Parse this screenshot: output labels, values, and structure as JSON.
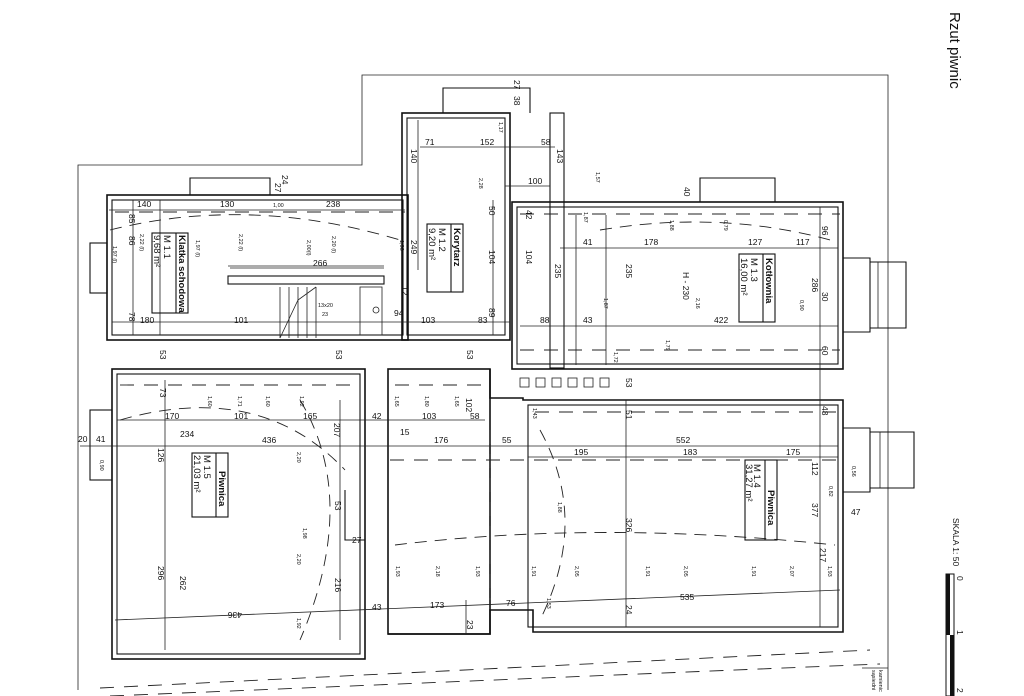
{
  "title": "Rzut piwnic",
  "scale": {
    "label": "SKALA  1: 50",
    "ticks": [
      "0",
      "1",
      "2"
    ]
  },
  "rooms": [
    {
      "name": "Klatka schodowa",
      "code": "M 1.1",
      "area": "9,68 m²"
    },
    {
      "name": "Korytarz",
      "code": "M 1.2",
      "area": "9,20 m²"
    },
    {
      "name": "Kotłownia",
      "code": "M 1.3",
      "area": "16,00 m²"
    },
    {
      "name": "Piwnica",
      "code": "M 1.4",
      "area": "31,27 m²"
    },
    {
      "name": "Piwnica",
      "code": "M 1.5",
      "area": "21,03 m²"
    }
  ],
  "dimensions": {
    "top_left_row": [
      "140",
      "130",
      "1,00",
      "238"
    ],
    "corridor_top": [
      "71",
      "152",
      "58"
    ],
    "stair_len": "266",
    "stair_box": [
      "13x20",
      "23"
    ],
    "stair_bottom": [
      "180",
      "101",
      "94",
      "103",
      "83"
    ],
    "boiler_row": [
      "41",
      "178",
      "127",
      "117"
    ],
    "boiler_bottom": [
      "88",
      "43",
      "422"
    ],
    "cellar_left_row": [
      "170",
      "101",
      "165",
      "42",
      "103",
      "58"
    ],
    "cellar_left_row2": [
      "234",
      "436",
      "15",
      "176",
      "55",
      "552"
    ],
    "cellar_right_row": [
      "195",
      "183",
      "175"
    ],
    "bottom_row": [
      "436",
      "43",
      "173",
      "76",
      "535"
    ],
    "misc": [
      "27",
      "38",
      "140",
      "143",
      "100",
      "50",
      "40",
      "24",
      "27",
      "85",
      "86",
      "78",
      "249",
      "104",
      "89",
      "235",
      "235",
      "104",
      "42",
      "96",
      "286",
      "30",
      "60",
      "53",
      "53",
      "53",
      "53",
      "51",
      "48",
      "102",
      "73",
      "126",
      "296",
      "262",
      "207",
      "53",
      "27",
      "216",
      "326",
      "112",
      "377",
      "217",
      "47",
      "20",
      "41",
      "24",
      "23",
      "12",
      "H - 230"
    ]
  },
  "levels": [
    "1,97 (l)",
    "2,22 (l)",
    "1,97 (l)",
    "2,22 (l)",
    "2,00(l)",
    "2,20 (l)",
    "1,96",
    "2,28",
    "1,17",
    "1,57",
    "1,87",
    "1,88",
    "0,79",
    "2,16",
    "1,87",
    "1,79",
    "1,72",
    "0,90",
    "1,60",
    "1,71",
    "1,60",
    "1,92",
    "1,65",
    "1,80",
    "1,65",
    "1,43",
    "0,90",
    "2,20",
    "1,98",
    "2,20",
    "1,92",
    "1,88",
    "1,93",
    "2,18",
    "1,93",
    "1,91",
    "2,05",
    "1,91",
    "2,05",
    "1,91",
    "2,07",
    "1,93",
    "1,53",
    "0,56",
    "0,82"
  ],
  "note": [
    "sąsiedni",
    "kamienic"
  ]
}
